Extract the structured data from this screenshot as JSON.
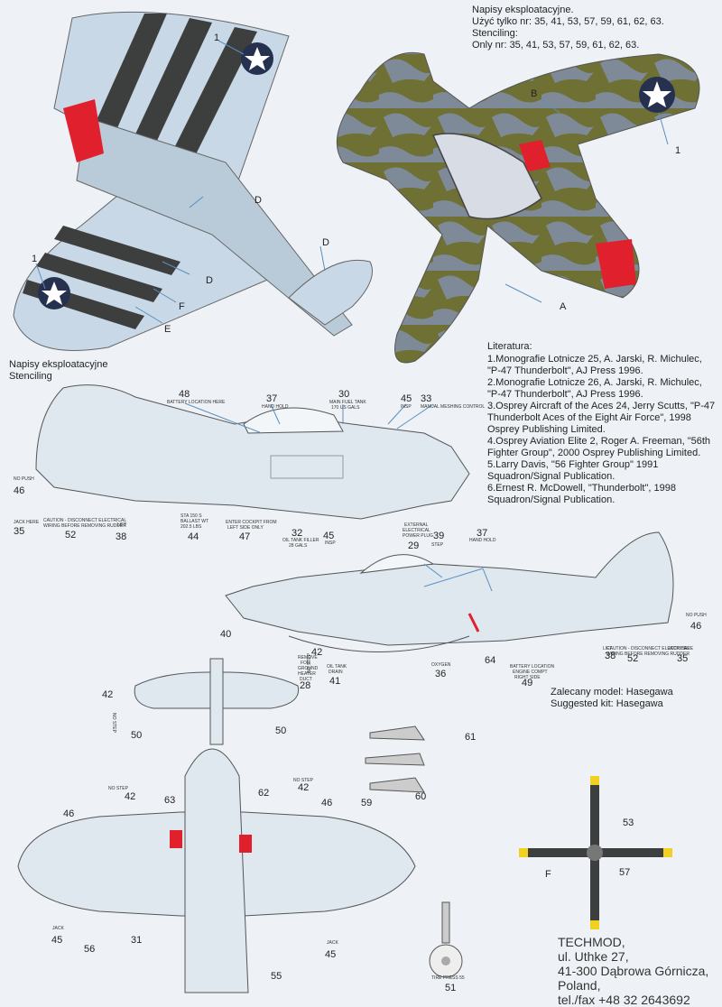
{
  "stencil_note": {
    "line1": "Napisy eksploatacyjne.",
    "line2": "Użyć tylko nr: 35, 41, 53, 57, 59, 61, 62, 63.",
    "line3": "Stenciling:",
    "line4": "Only nr: 35, 41, 53, 57, 59, 61, 62, 63."
  },
  "section_heading": {
    "pl": "Napisy eksploatacyjne",
    "en": "Stenciling"
  },
  "literature": {
    "title": "Literatura:",
    "items": [
      "1.Monografie Lotnicze 25, A. Jarski, R. Michulec, \"P-47 Thunderbolt\", AJ Press 1996.",
      "2.Monografie Lotnicze 26, A. Jarski, R. Michulec, \"P-47 Thunderbolt\", AJ Press 1996.",
      "3.Osprey Aircraft of the Aces 24, Jerry Scutts, \"P-47 Thunderbolt Aces of the Eight Air Force\", 1998 Osprey Publishing Limited.",
      "4.Osprey Aviation Elite 2, Roger A. Freeman, \"56th Fighter Group\", 2000 Osprey Publishing Limited.",
      "5.Larry Davis, \"56 Fighter Group\" 1991 Squadron/Signal Publication.",
      "6.Ernest R. McDowell, \"Thunderbolt\", 1998 Squadron/Signal Publication."
    ]
  },
  "suggested_kit": {
    "pl": "Zalecany model: Hasegawa",
    "en": "Suggested kit: Hasegawa"
  },
  "company": {
    "name": "TECHMOD,",
    "street": "ul. Uthke 27,",
    "city": "41-300 Dąbrowa Górnicza,",
    "country": "Poland,",
    "phone": "tel./fax +48 32 2643692"
  },
  "callouts": {
    "n1": "1",
    "A": "A",
    "B": "B",
    "D": "D",
    "E": "E",
    "F": "F",
    "n28": "28",
    "n29": "29",
    "n30": "30",
    "n31": "31",
    "n32": "32",
    "n33": "33",
    "n35": "35",
    "n36": "36",
    "n37": "37",
    "n38": "38",
    "n39": "39",
    "n40": "40",
    "n41": "41",
    "n42": "42",
    "n44": "44",
    "n45": "45",
    "n46": "46",
    "n47": "47",
    "n48": "48",
    "n49": "49",
    "n50": "50",
    "n51": "51",
    "n52": "52",
    "n53": "53",
    "n55": "55",
    "n56": "56",
    "n57": "57",
    "n59": "59",
    "n60": "60",
    "n61": "61",
    "n62": "62",
    "n63": "63",
    "n64": "64"
  },
  "stencils": {
    "battery_here": "BATTERY LOCATION HERE",
    "hand_hold": "HAND HOLD",
    "main_fuel": "MAIN FUEL TANK",
    "fuel_gals": "170 US GALS",
    "insp": "INSP",
    "manual_meshing": "MANUAL MESHING CONTROL",
    "no_push": "NO PUSH",
    "jack_here": "JACK HERE",
    "caution1": "CAUTION - DISCONNECT ELECTRICAL",
    "caution2": "WIRING BEFORE REMOVING RUDDER",
    "lift": "LIFT",
    "sta": "STA 150 S",
    "ballast": "BALLAST WT",
    "lbs": "202.5 LBS",
    "enter1": "ENTER COCKPIT FROM",
    "enter2": "LEFT SIDE ONLY",
    "oil_filler": "OIL TANK FILLER",
    "oil_gals": "28 GALS",
    "ext_power1": "EXTERNAL",
    "ext_power2": "ELECTRICAL",
    "ext_power3": "POWER PLUG",
    "step": "STEP",
    "remove1": "REMOVE",
    "remove2": "FOR",
    "remove3": "GROUND",
    "remove4": "HEATER",
    "remove5": "DUCT",
    "oil_drain1": "OIL TANK",
    "oil_drain2": "DRAIN",
    "oxygen": "OXYGEN",
    "battery_loc1": "BATTERY LOCATION",
    "battery_loc2": "ENGINE COMPT",
    "battery_loc3": "RIGHT SIDE",
    "no_step": "NO STEP",
    "jack": "JACK",
    "tire": "TIRE PRESS 55"
  },
  "colors": {
    "olive": "#6f7034",
    "grey_camo": "#7f8a99",
    "light_blue": "#c9d8e6",
    "invasion_black": "#3d3f3f",
    "invasion_white": "#eceeee",
    "red": "#e0202d",
    "national_blue": "#25314f"
  }
}
